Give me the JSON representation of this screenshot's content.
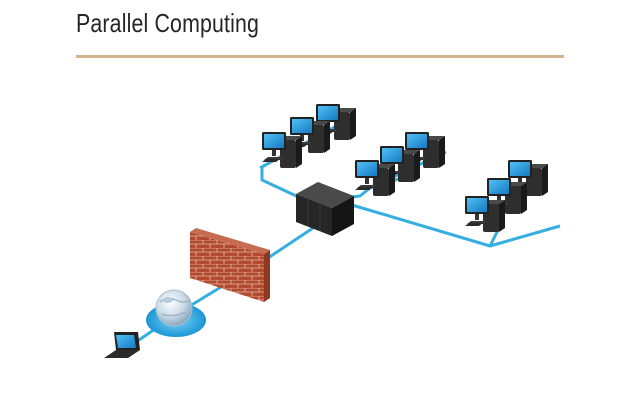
{
  "slide": {
    "title": "Parallel Computing"
  },
  "diagram": {
    "nodes": [
      {
        "id": "laptop",
        "icon": "laptop-icon"
      },
      {
        "id": "globe",
        "icon": "globe-icon"
      },
      {
        "id": "firewall",
        "icon": "brick-wall-icon"
      },
      {
        "id": "server",
        "icon": "server-rack-icon"
      },
      {
        "id": "workstations-top",
        "count": 3
      },
      {
        "id": "workstations-middle",
        "count": 3
      },
      {
        "id": "workstations-right",
        "count": 3
      }
    ],
    "colors": {
      "link": "#35aee0",
      "screen": "#1c8fd8",
      "case": "#2e2e2e",
      "brick": "#b24a30",
      "title_rule": "#d2b48c"
    }
  }
}
